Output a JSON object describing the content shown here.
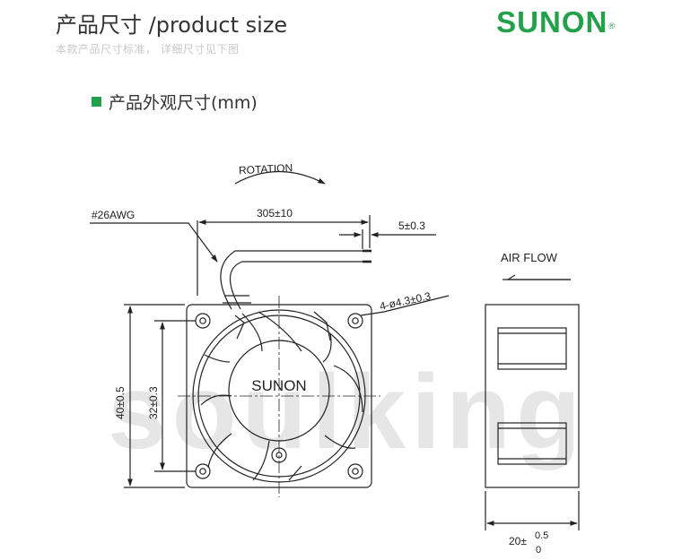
{
  "header": {
    "title": "产品尺寸 /product size",
    "subtitle": "本款产品尺寸标准， 详细尺寸见下图",
    "brand": "SUNON",
    "brand_mark": "®"
  },
  "section": {
    "label": "产品外观尺寸(mm)"
  },
  "drawing": {
    "rotation_label": "ROTATION",
    "wire_gauge": "#26AWG",
    "lead_length": "305±10",
    "strip_length": "5±0.3",
    "hole_spec": "4-ø4.3±0.3",
    "outer_size": "40±0.5",
    "hole_pitch": "32±0.3",
    "hub_label": "SUNON",
    "air_flow_label": "AIR FLOW",
    "thickness_base": "20±",
    "thickness_upper": "0.5",
    "thickness_lower": "0"
  },
  "watermark": "soulking"
}
